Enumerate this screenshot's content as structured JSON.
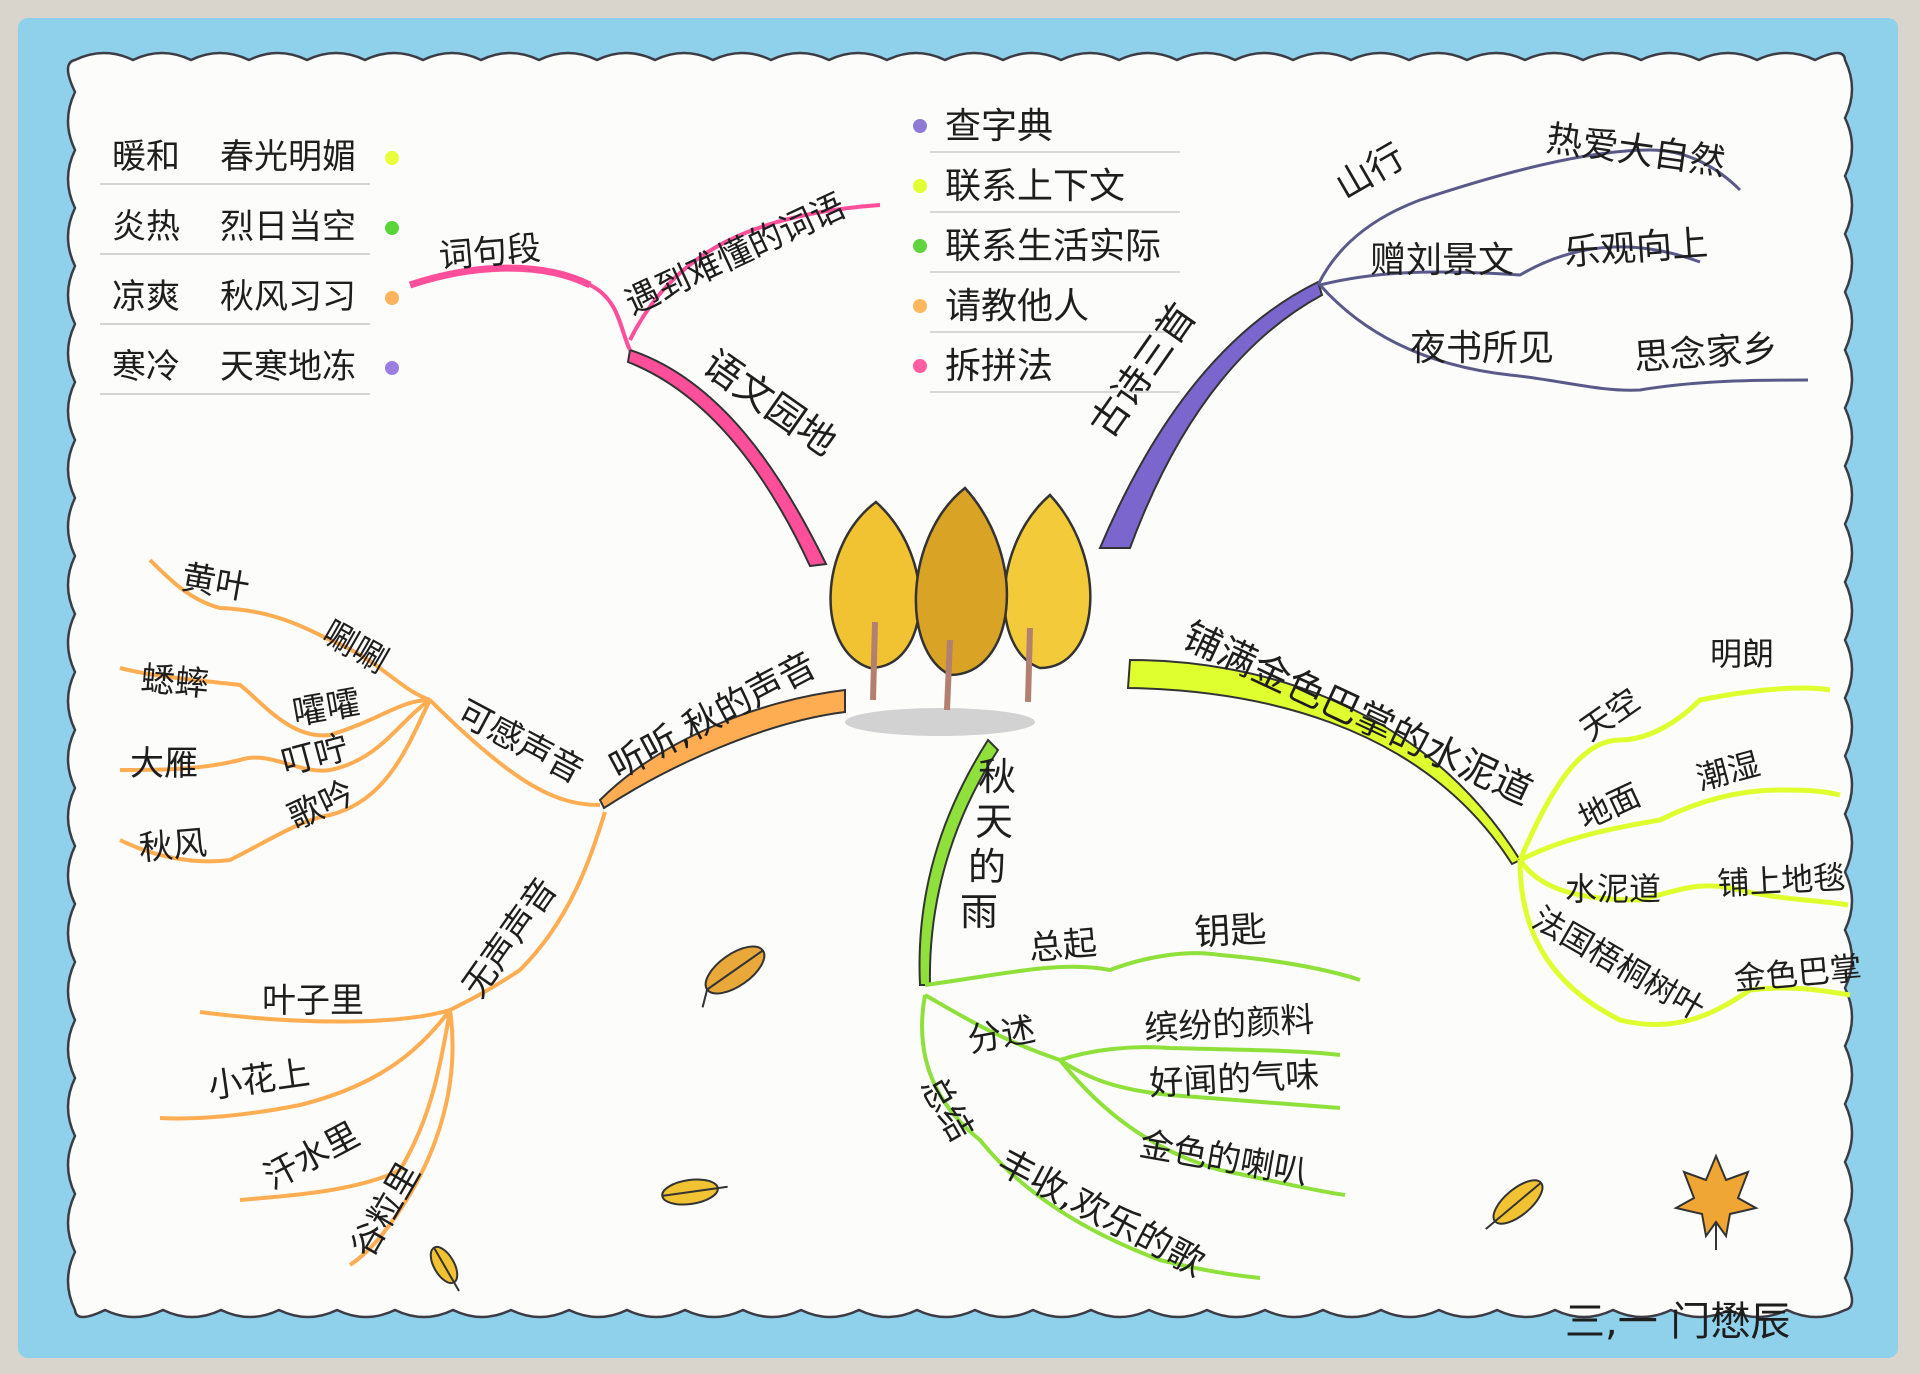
{
  "center": {
    "name": "central trees",
    "colors": [
      "#f1c232",
      "#d9a326",
      "#f3cb3a"
    ]
  },
  "vocab": {
    "label": "词句段",
    "rows": [
      {
        "a": "暖和",
        "b": "春光明媚",
        "dot": "#e9ff3c"
      },
      {
        "a": "炎热",
        "b": "烈日当空",
        "dot": "#59d43a"
      },
      {
        "a": "凉爽",
        "b": "秋风习习",
        "dot": "#ffb35c"
      },
      {
        "a": "寒冷",
        "b": "天寒地冻",
        "dot": "#9a7fe0"
      }
    ]
  },
  "yuwen": {
    "label": "语文园地",
    "sub": "遇到难懂的词语",
    "methods": [
      {
        "text": "查字典",
        "dot": "#8f7ad6"
      },
      {
        "text": "联系上下文",
        "dot": "#e2ff35"
      },
      {
        "text": "联系生活实际",
        "dot": "#5fd43f"
      },
      {
        "text": "请教他人",
        "dot": "#ffb75e"
      },
      {
        "text": "拆拼法",
        "dot": "#ff5fa2"
      }
    ]
  },
  "poems": {
    "label": "古诗三首",
    "items": [
      {
        "title": "山行",
        "meaning": "热爱大自然"
      },
      {
        "title": "赠刘景文",
        "meaning": "乐观向上"
      },
      {
        "title": "夜书所见",
        "meaning": "思念家乡"
      }
    ]
  },
  "sound": {
    "label": "听听,秋的声音",
    "audible": {
      "label": "可感声音",
      "pairs": [
        {
          "thing": "黄叶",
          "sound": "唰唰"
        },
        {
          "thing": "蟋蟀",
          "sound": "嚯嚯"
        },
        {
          "thing": "大雁",
          "sound": "叮咛"
        },
        {
          "thing": "秋风",
          "sound": "歌吟"
        }
      ]
    },
    "silent": {
      "label": "无声声音",
      "items": [
        "叶子里",
        "小花上",
        "汗水里",
        "谷粒里"
      ]
    }
  },
  "road": {
    "label": "铺满金色巴掌的水泥道",
    "pairs": [
      {
        "a": "天空",
        "b": "明朗"
      },
      {
        "a": "地面",
        "b": "潮湿"
      },
      {
        "a": "水泥道",
        "b": "铺上地毯"
      },
      {
        "a": "法国梧桐树叶",
        "b": "金色巴掌"
      }
    ]
  },
  "rain": {
    "label": "秋天的雨",
    "intro": {
      "label": "总起",
      "text": "钥匙"
    },
    "detail": {
      "label": "分述",
      "items": [
        "缤纷的颜料",
        "好闻的气味",
        "金色的喇叭"
      ]
    },
    "summary": {
      "label": "总结",
      "text": "丰收,欢乐的歌"
    }
  },
  "signature": "三,一 门懋辰",
  "colors": {
    "frame": "#8fd0ea",
    "paper": "#fcfcfa",
    "pink": "#ff4f9a",
    "purple": "#7a66cc",
    "orange": "#ffad52",
    "lime": "#dfff2f",
    "green": "#8fe03a",
    "ink": "#2b2b3a"
  }
}
